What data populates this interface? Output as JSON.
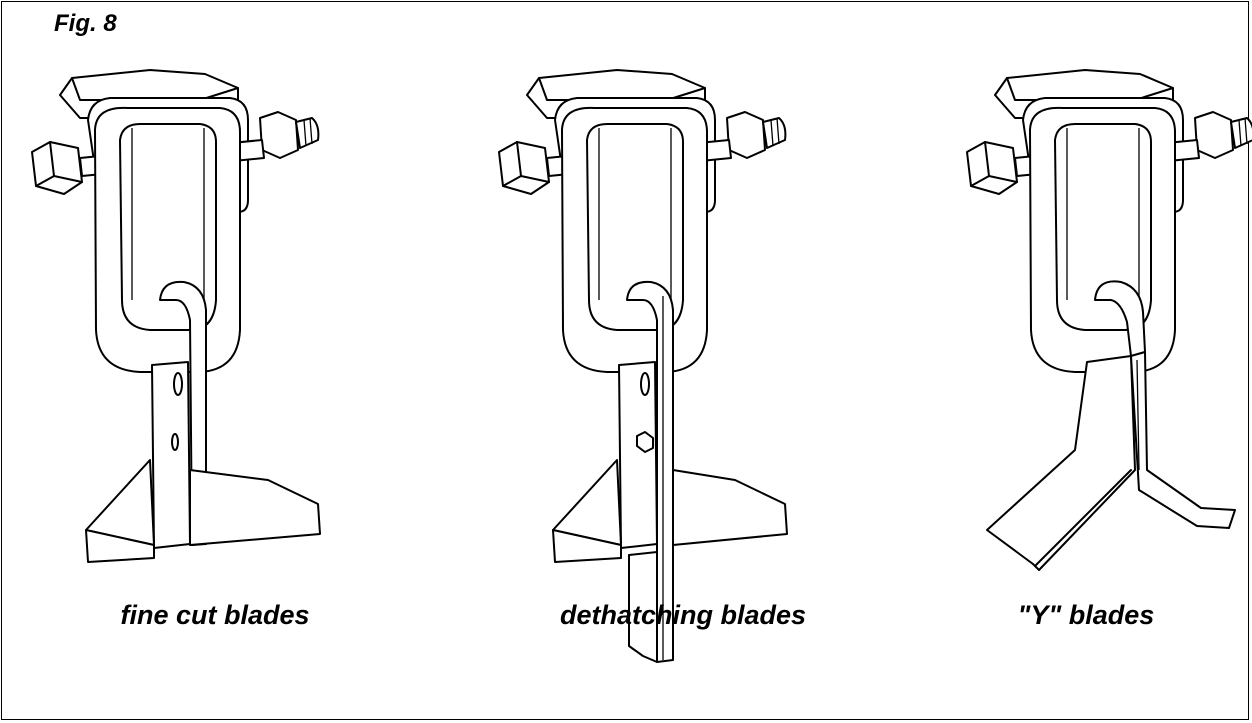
{
  "figure": {
    "label": "Fig. 8"
  },
  "blades": [
    {
      "caption": "fine cut blades"
    },
    {
      "caption": "dethatching blades"
    },
    {
      "caption": "\"Y\" blades"
    }
  ]
}
